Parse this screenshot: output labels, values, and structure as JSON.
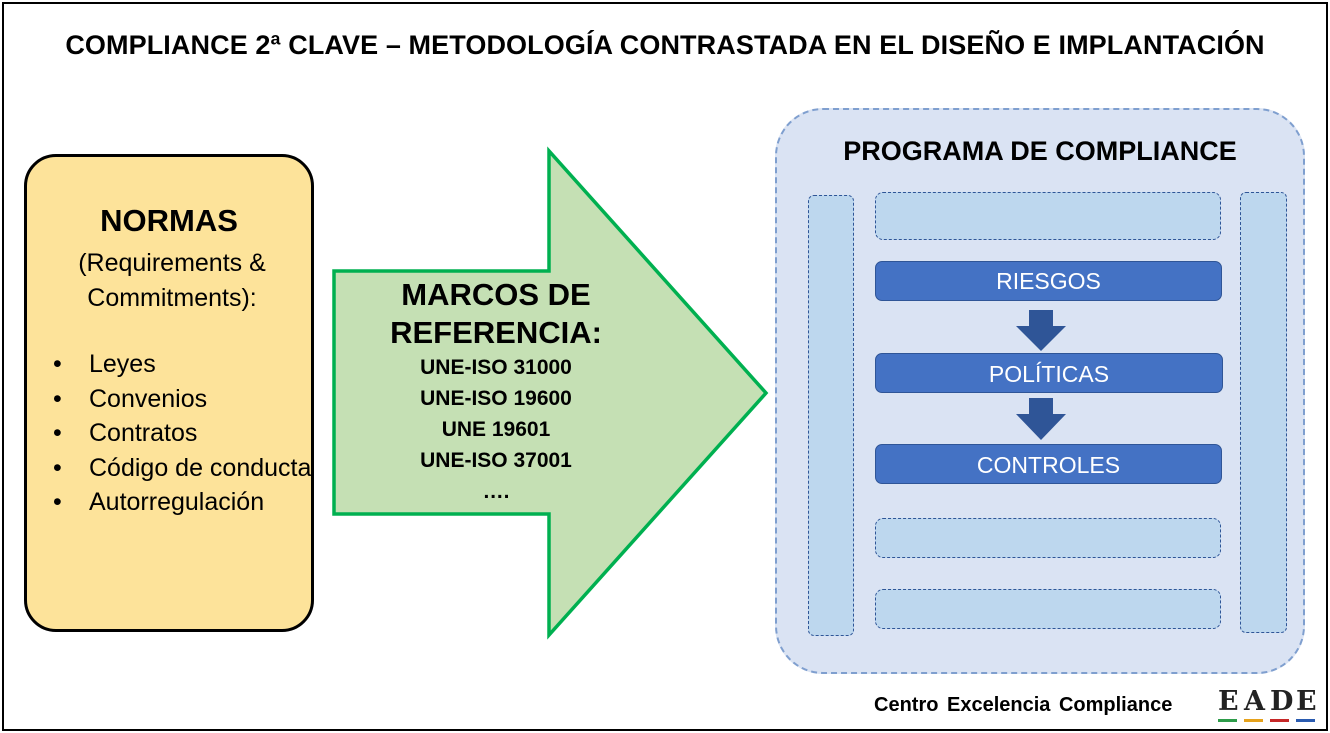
{
  "title": "COMPLIANCE 2ª CLAVE – METODOLOGÍA CONTRASTADA EN EL DISEÑO E IMPLANTACIÓN",
  "normas": {
    "title": "NORMAS",
    "subtitle_line1": "(Requirements &",
    "subtitle_line2": "Commitments):",
    "bullet": "•",
    "items": [
      "Leyes",
      "Convenios",
      "Contratos",
      "Código de conducta",
      "Autorregulación"
    ]
  },
  "marcos": {
    "title_line1": "MARCOS DE",
    "title_line2": "REFERENCIA:",
    "lines": [
      "UNE-ISO 31000",
      "UNE-ISO 19600",
      "UNE 19601",
      "UNE-ISO 37001",
      "…."
    ]
  },
  "programa": {
    "title": "PROGRAMA DE COMPLIANCE",
    "steps": [
      "RIESGOS",
      "POLÍTICAS",
      "CONTROLES"
    ]
  },
  "footer": {
    "text": "Centro Excelencia Compliance",
    "logo_letters": [
      "E",
      "A",
      "D",
      "E"
    ]
  },
  "colors": {
    "normas_fill": "#fde39a",
    "arrow_fill": "#c5e0b4",
    "arrow_stroke": "#00b050",
    "programa_fill": "#dae3f3",
    "step_fill": "#4472c4",
    "placeholder_fill": "#bdd7ee",
    "down_arrow": "#2f5597"
  }
}
